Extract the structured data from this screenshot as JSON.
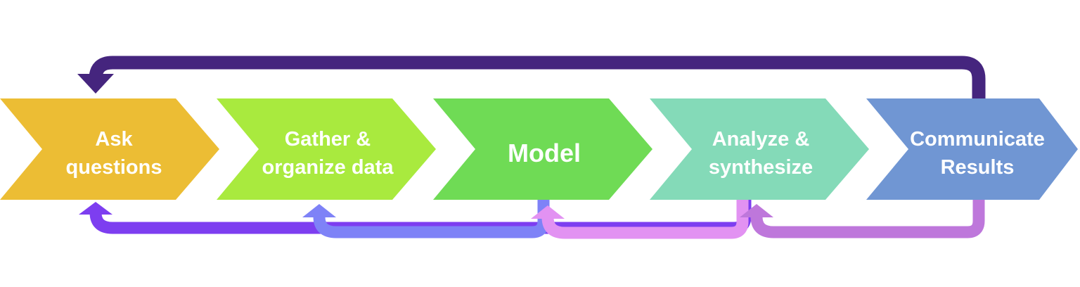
{
  "diagram": {
    "background_color": "#ffffff",
    "label_text_color": "#ffffff",
    "stages": [
      {
        "id": "ask-questions",
        "line1": "Ask",
        "line2": "questions",
        "color": "#ECBD34"
      },
      {
        "id": "gather-organize-data",
        "line1": "Gather &",
        "line2": "organize data",
        "color": "#A9EA3E"
      },
      {
        "id": "model",
        "line1": "Model",
        "line2": "",
        "color": "#6FDB55"
      },
      {
        "id": "analyze-synthesize",
        "line1": "Analyze &",
        "line2": "synthesize",
        "color": "#84DAB8"
      },
      {
        "id": "communicate-results",
        "line1": "Communicate",
        "line2": "Results",
        "color": "#7096D3"
      }
    ],
    "feedback_arrows": [
      {
        "id": "communicate-to-ask",
        "from": "Communicate Results",
        "to": "Ask questions",
        "route": "top",
        "color": "#45257E"
      },
      {
        "id": "analyze-to-ask",
        "from": "Analyze & synthesize",
        "to": "Ask questions",
        "route": "bottom",
        "color": "#7D3EF0"
      },
      {
        "id": "model-to-gather",
        "from": "Model",
        "to": "Gather & organize data",
        "route": "bottom",
        "color": "#7E82F7"
      },
      {
        "id": "analyze-to-model",
        "from": "Analyze & synthesize",
        "to": "Model",
        "route": "bottom",
        "color": "#E292F2"
      },
      {
        "id": "communicate-to-analyze",
        "from": "Communicate Results",
        "to": "Analyze & synthesize",
        "route": "bottom",
        "color": "#BE77DB"
      }
    ]
  }
}
